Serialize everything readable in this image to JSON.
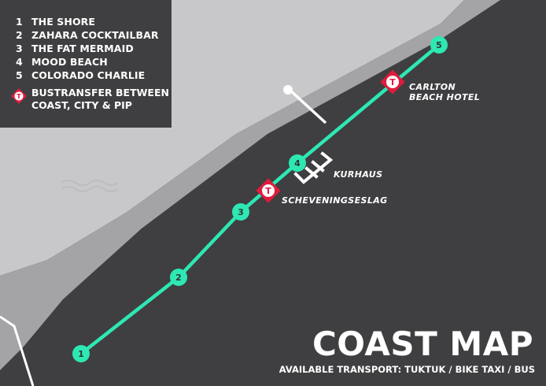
{
  "legend": {
    "items": [
      {
        "number": "1",
        "name": "THE SHORE"
      },
      {
        "number": "2",
        "name": "ZAHARA COCKTAILBAR"
      },
      {
        "number": "3",
        "name": "THE FAT MERMAID"
      },
      {
        "number": "4",
        "name": "MOOD BEACH"
      },
      {
        "number": "5",
        "name": "COLORADO CHARLIE"
      }
    ],
    "transfer_symbol": "T",
    "transfer_label": "BUSTRANSFER BETWEEN COAST, CITY & PIP"
  },
  "route": {
    "stops": [
      {
        "number": "1"
      },
      {
        "number": "2"
      },
      {
        "number": "3"
      },
      {
        "number": "4"
      },
      {
        "number": "5"
      }
    ]
  },
  "transfer_points": [
    {
      "symbol": "T",
      "label_line1": "CARLTON",
      "label_line2": "BEACH HOTEL"
    },
    {
      "symbol": "T",
      "label_line1": "SCHEVENINGSESLAG",
      "label_line2": ""
    }
  ],
  "landmarks": {
    "kurhaus": "KURHAUS"
  },
  "title": "COAST MAP",
  "subtitle": "AVAILABLE TRANSPORT: TUKTUK / BIKE TAXI / BUS",
  "colors": {
    "land": "#3f3f41",
    "sea": "#c8c8ca",
    "beach": "#a4a4a6",
    "route": "#2ee8b4",
    "transfer": "#e21b3c",
    "text": "#ffffff"
  }
}
